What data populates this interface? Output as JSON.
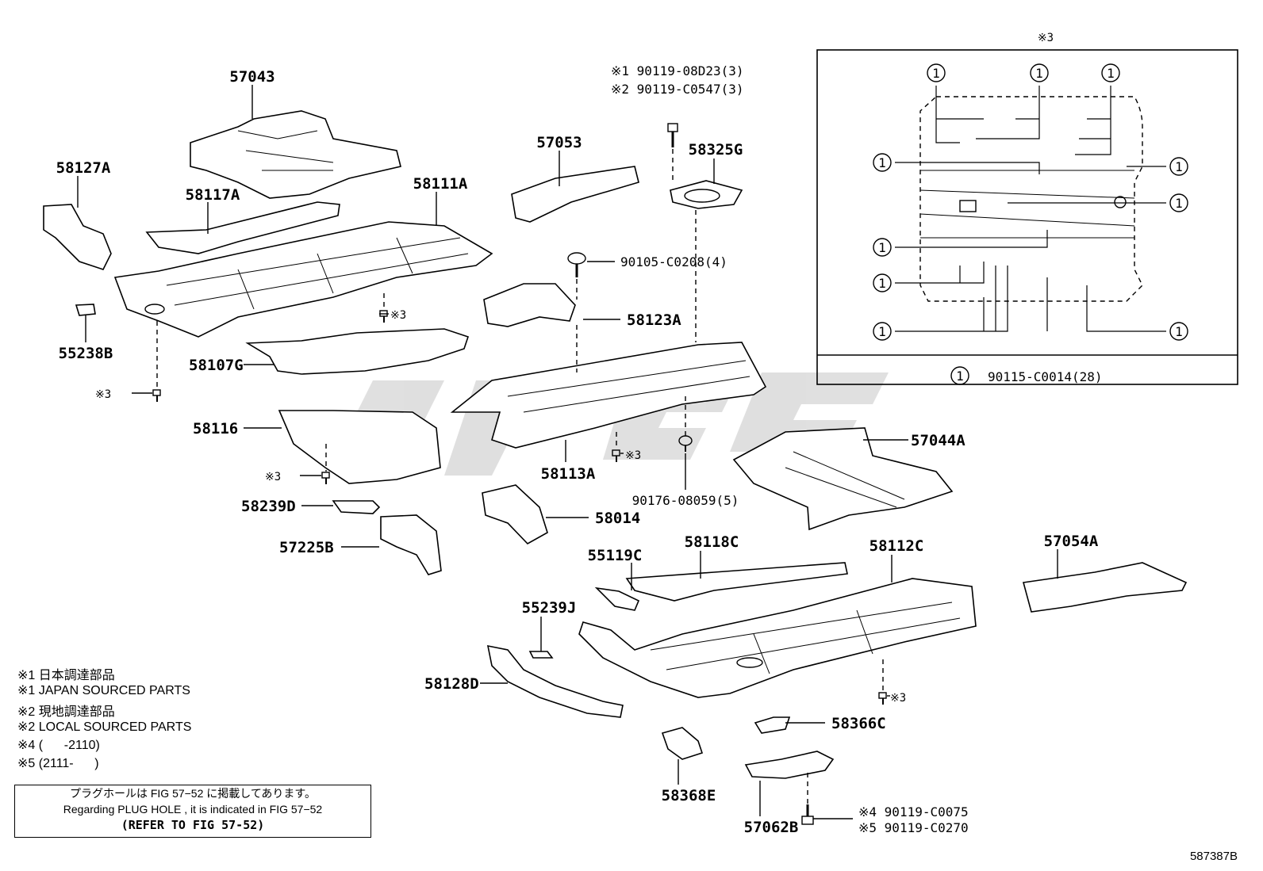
{
  "diagram_id": "587387B",
  "parts": [
    {
      "no": "57043"
    },
    {
      "no": "58127A"
    },
    {
      "no": "58117A"
    },
    {
      "no": "58111A"
    },
    {
      "no": "55238B"
    },
    {
      "no": "58107G"
    },
    {
      "no": "58116"
    },
    {
      "no": "58239D"
    },
    {
      "no": "57225B"
    },
    {
      "no": "57053"
    },
    {
      "no": "58325G"
    },
    {
      "no": "58123A"
    },
    {
      "no": "58113A"
    },
    {
      "no": "58014"
    },
    {
      "no": "57044A"
    },
    {
      "no": "55119C"
    },
    {
      "no": "58118C"
    },
    {
      "no": "55239J"
    },
    {
      "no": "58128D"
    },
    {
      "no": "58112C"
    },
    {
      "no": "57054A"
    },
    {
      "no": "58366C"
    },
    {
      "no": "58368E"
    },
    {
      "no": "57062B"
    }
  ],
  "fasteners": {
    "top_bolt_1": "※1 90119-08D23(3)",
    "top_bolt_2": "※2 90119-C0547(3)",
    "bolt_90105": "90105-C0208(4)",
    "nut_90176": "90176-08059(5)",
    "bottom_bolt_4": "※4 90119-C0075",
    "bottom_bolt_5": "※5 90119-C0270"
  },
  "ref3": "※3",
  "inset": {
    "title": "※3",
    "marker": "1",
    "legend_part": "90115-C0014(28)"
  },
  "notes": [
    "※1 日本調達部品",
    "※1 JAPAN SOURCED PARTS",
    "※2 現地調達部品",
    "※2 LOCAL SOURCED PARTS",
    "※4 (      -2110)",
    "※5 (2111-      )"
  ],
  "reference_box": {
    "line1": "プラグホールは FIG 57−52 に掲載してあります。",
    "line2": "Regarding  PLUG  HOLE , it is indicated in FIG  57−52",
    "line3": "(REFER TO FIG 57-52)"
  }
}
